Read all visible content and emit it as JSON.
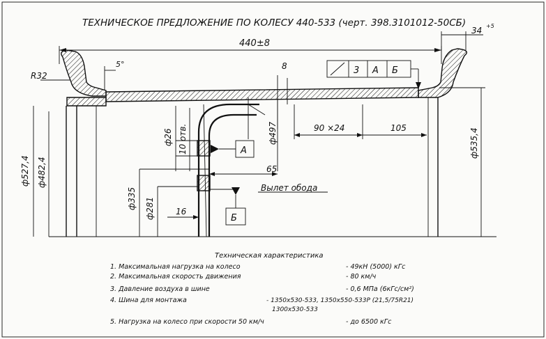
{
  "title": "ТЕХНИЧЕСКОЕ ПРЕДЛОЖЕНИЕ ПО КОЛЕСУ 440-533 (черт. 398.3101012-50СБ)",
  "dimensions": {
    "width": "440±8",
    "flange_width": "34",
    "flange_tol": "+5",
    "radius": "R32",
    "angle": "5°",
    "d_sym": "8",
    "runout_a": "3",
    "runout_b": "А",
    "runout_c": "Б",
    "d26": "ф26",
    "holes": "10 отв.",
    "d497": "ф497",
    "w90": "90 ×24",
    "w105": "105",
    "d5274": "ф527,4",
    "d4824": "ф482,4",
    "d5354": "ф535,4",
    "d335": "ф335",
    "d281": "ф281",
    "offset": "65",
    "offset_label": "Вылет обода",
    "w16": "16",
    "base_a": "А",
    "base_b": "Б"
  },
  "specs": {
    "heading": "Техническая характеристика",
    "items": [
      {
        "label": "1. Максимальная нагрузка на колесо",
        "value": "- 49кН (5000) кГс"
      },
      {
        "label": "2. Максимальная скорость движения",
        "value": "- 80 км/ч"
      },
      {
        "label": "3. Давление воздуха в шине",
        "value": "- 0,6 МПа (6кГс/см²)"
      },
      {
        "label": "4. Шина для монтажа",
        "value": "- 1350х530-533, 1350х550-533Р (21,5/75R21)",
        "value2": "1300х530-533"
      },
      {
        "label": "5. Нагрузка на колесо при скорости 50 км/ч",
        "value": "- до 6500 кГс"
      }
    ]
  }
}
